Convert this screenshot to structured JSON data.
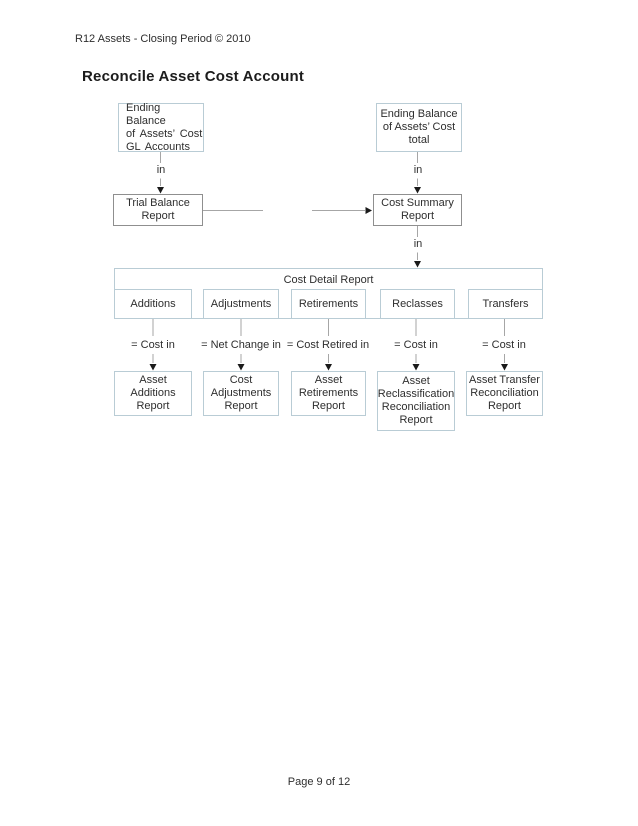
{
  "page": {
    "header": "R12 Assets - Closing Period © 2010",
    "title": "Reconcile Asset Cost Account",
    "footer": "Page 9 of 12"
  },
  "diagram": {
    "source_boxes": {
      "gl": "Ending Balance\nof Assets’ Cost\nGL Accounts",
      "total": "Ending Balance\nof Assets’ Cost\ntotal"
    },
    "summary_boxes": {
      "trial_balance": "Trial Balance\nReport",
      "cost_summary": "Cost Summary\nReport"
    },
    "in_labels": [
      "in",
      "in",
      "in"
    ],
    "cost_detail_title": "Cost Detail Report",
    "categories": [
      "Additions",
      "Adjustments",
      "Retirements",
      "Reclasses",
      "Transfers"
    ],
    "relation_labels": [
      "= Cost in",
      "= Net Change in",
      "= Cost Retired in",
      "= Cost in",
      "= Cost in"
    ],
    "detail_reports": [
      "Asset\nAdditions\nReport",
      "Cost\nAdjustments\nReport",
      "Asset\nRetirements\nReport",
      "Asset\nReclassification\nReconciliation\nReport",
      "Asset Transfer\nReconciliation\nReport"
    ]
  },
  "colors": {
    "box_border": "#b9ccd5",
    "emphasis_border": "#8f8f8f",
    "connector": "#a6a6a6",
    "arrow": "#1a1a1a",
    "text": "#2e2e2e"
  }
}
